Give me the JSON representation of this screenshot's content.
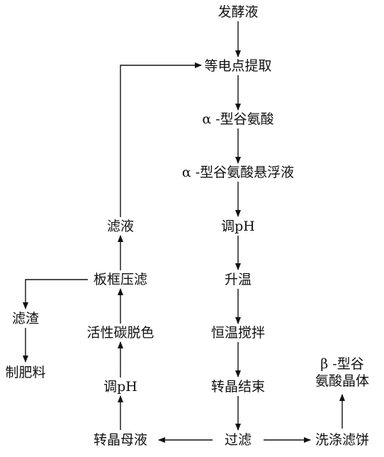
{
  "nodes": {
    "fermentation_broth": "发酵液",
    "isoelectric_extraction": "等电点提取",
    "alpha_glutamic_acid": "α -型谷氨酸",
    "alpha_suspension": "α -型谷氨酸悬浮液",
    "adjust_ph_main": "调pH",
    "heat_up": "升温",
    "constant_temp_stir": "恒温搅拌",
    "transformation_end": "转晶结束",
    "filtration": "过滤",
    "wash_filter_cake": "洗涤滤饼",
    "beta_crystal_line1": "β -型谷",
    "beta_crystal_line2": "氨酸晶体",
    "transformation_mother_liquor": "转晶母液",
    "adjust_ph_side": "调pH",
    "activated_carbon_decolor": "活性碳脱色",
    "plate_frame_filter": "板框压滤",
    "filtrate": "滤液",
    "filter_residue": "滤渣",
    "fertilizer": "制肥料"
  }
}
